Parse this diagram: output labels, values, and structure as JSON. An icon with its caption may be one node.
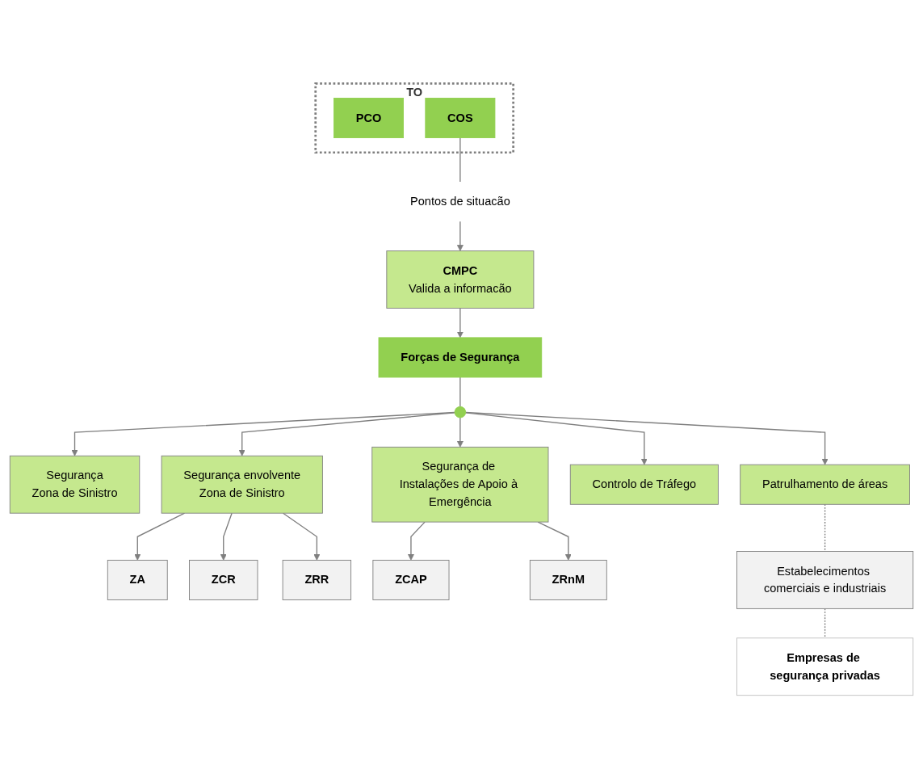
{
  "diagram": {
    "nodes": [
      {
        "text": [
          "TO"
        ]
      },
      {
        "text": [
          "PCO"
        ],
        "in": 0
      },
      {
        "text": [
          "COS"
        ],
        "in": 0
      },
      {
        "text": [
          "Pontos de situacão"
        ]
      },
      {
        "text": [
          "CMPC",
          "Valida a informacão"
        ]
      },
      {
        "text": [
          "Forças de Segurança"
        ]
      },
      {
        "text": [],
        "shape": "circle"
      },
      {
        "text": [
          "Segurança",
          "Zona de Sinistro"
        ]
      },
      {
        "text": [
          "Segurança envolvente",
          "Zona de Sinistro"
        ]
      },
      {
        "text": [
          "Segurança de Instalações de Apoio à Emergência"
        ]
      },
      {
        "text": [
          "Controlo de Tráfego"
        ]
      },
      {
        "text": [
          "Patrulhamento de áreas"
        ]
      },
      {
        "text": [
          "ZA"
        ]
      },
      {
        "text": [
          "ZCR"
        ]
      },
      {
        "text": [
          "ZRR"
        ]
      },
      {
        "text": [
          "ZCAP"
        ]
      },
      {
        "text": [
          "ZRnM"
        ]
      },
      {
        "text": [
          "Estabelecimentos comerciais e industriais"
        ]
      },
      {
        "text": [
          "Empresas de segurança privadas"
        ]
      }
    ],
    "edges": [
      {
        "from": 2,
        "to": 3,
        "arrow": "none"
      },
      {
        "from": 3,
        "to": 4,
        "arrow": "to"
      },
      {
        "from": 4,
        "to": 5,
        "arrow": "to"
      },
      {
        "from": 5,
        "to": 6,
        "arrow": "none"
      },
      {
        "from": 6,
        "to": 7,
        "arrow": "to"
      },
      {
        "from": 6,
        "to": 8,
        "arrow": "to"
      },
      {
        "from": 6,
        "to": 9,
        "arrow": "to"
      },
      {
        "from": 6,
        "to": 10,
        "arrow": "to"
      },
      {
        "from": 6,
        "to": 11,
        "arrow": "to"
      },
      {
        "from": 8,
        "to": 12,
        "arrow": "to"
      },
      {
        "from": 8,
        "to": 13,
        "arrow": "to"
      },
      {
        "from": 8,
        "to": 14,
        "arrow": "to"
      },
      {
        "from": 9,
        "to": 15,
        "arrow": "to"
      },
      {
        "from": 9,
        "to": 16,
        "arrow": "to"
      },
      {
        "from": 11,
        "to": 17,
        "arrow": "none",
        "style": "dashed"
      },
      {
        "from": 17,
        "to": 18,
        "arrow": "none",
        "style": "dashed"
      }
    ]
  }
}
